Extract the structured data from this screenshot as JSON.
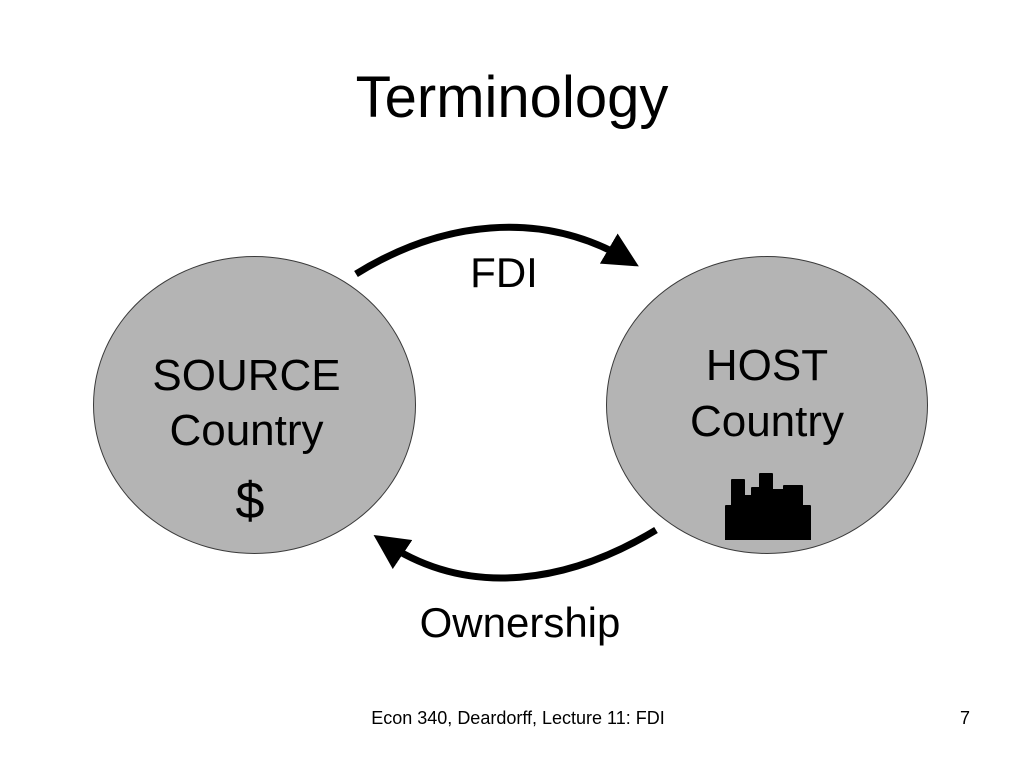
{
  "slide": {
    "title": "Terminology",
    "source": {
      "line1": "SOURCE",
      "line2": "Country",
      "symbol": "$"
    },
    "host": {
      "line1": "HOST",
      "line2": "Country",
      "icon": "factory-icon"
    },
    "arrows": {
      "top_label": "FDI",
      "bottom_label": "Ownership"
    },
    "footer": {
      "text": "Econ 340, Deardorff, Lecture 11: FDI",
      "page_number": "7"
    },
    "colors": {
      "circle_fill": "#b4b4b4",
      "circle_border": "#3a3a3a",
      "text": "#000000",
      "background": "#ffffff"
    }
  }
}
